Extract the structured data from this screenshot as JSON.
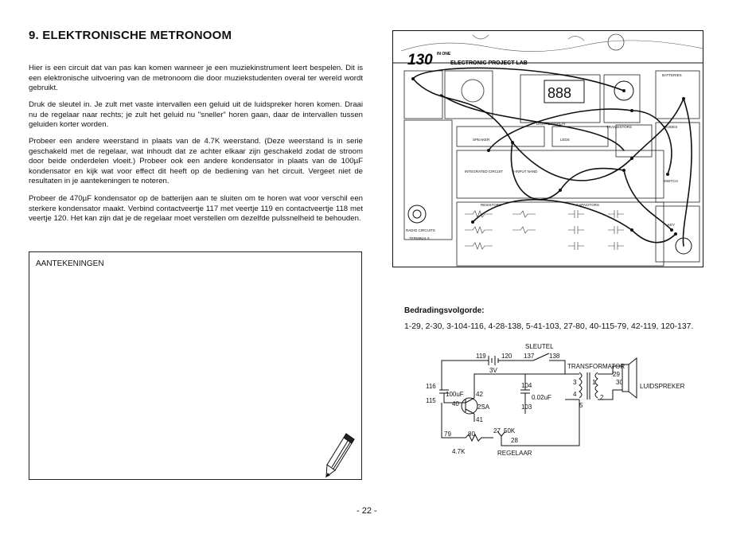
{
  "chapter": {
    "title": "9.   ELEKTRONISCHE METRONOOM"
  },
  "paragraphs": [
    "Hier is een circuit dat van pas kan komen wanneer je een muziekinstrument leert bespelen. Dit is een elektronische uitvoering van de metronoom die door muziekstudenten overal ter wereld wordt gebruikt.",
    "Druk de sleutel in. Je zult met vaste intervallen een geluid uit de luidspreker horen komen. Draai nu de regelaar naar rechts; je zult het geluid nu \"sneller\" horen gaan, daar de intervallen tussen geluiden korter worden.",
    "Probeer een andere weerstand in plaats van de 4.7K weerstand. (Deze weerstand is in serie geschakeld met de regelaar, wat inhoudt dat ze achter elkaar zijn geschakeld zodat de stroom door beide onderdelen vloeit.) Probeer ook een andere kondensator in plaats van de 100µF kondensator en kijk wat voor effect dit heeft op de bediening van het circuit. Vergeet niet de resultaten in je aantekeningen te noteren.",
    "Probeer de 470µF kondensator op de batterijen aan te sluiten om te horen wat voor verschil een sterkere kondensator maakt. Verbind contactveertje 117 met veertje 119 en contactveertje 118 met veertje 120. Het kan zijn dat je de regelaar moet verstellen om dezelfde pulssnelheid te behouden."
  ],
  "notes": {
    "label": "AANTEKENINGEN"
  },
  "lab": {
    "logo": "130",
    "logo_sup": "IN ONE",
    "name": "ELECTRONIC PROJECT LAB",
    "labels": {
      "batteries": "BATTERIES",
      "digital_display": "DIGITAL DISPLAY",
      "transistors": "TRANSISTORS",
      "diodes": "DIODES",
      "speaker": "SPEAKER",
      "leds": "LEDS",
      "integrated": "INTEGRATED CIRCUIT",
      "nand": "2-INPUT NAND",
      "resistors": "RESISTORS",
      "capacitors": "CAPACITORS",
      "radio": "RADIO CIRCUITS",
      "terminals": "TERMINALS",
      "switch": "SWITCH",
      "key": "KEY"
    }
  },
  "wiring": {
    "title": "Bedradingsvolgorde:",
    "sequence": "1-29, 2-30, 3-104-116, 4-28-138, 5-41-103, 27-80, 40-115-79, 42-119, 120-137."
  },
  "schematic": {
    "sleutel": "SLEUTEL",
    "n119": "119",
    "n120": "120",
    "n137": "137",
    "n138": "138",
    "volt": "3V",
    "transformator": "TRANSFORMATOR",
    "n29": "29",
    "n30": "30",
    "luidspreker": "LUIDSPREKER",
    "n3": "3",
    "n4": "4",
    "n1": "1",
    "n2": "2",
    "n5": "5",
    "n116": "116",
    "n115": "115",
    "cap100": "100uF",
    "n40": "40",
    "n42": "42",
    "n41": "41",
    "transistor": "2SA",
    "n104": "104",
    "n103": "103",
    "cap002": "0.02uF",
    "n27": "27",
    "pot": "50K",
    "n28": "28",
    "regelaar": "REGELAAR",
    "n79": "79",
    "n80": "80",
    "res": "4.7K"
  },
  "page": {
    "number": "- 22 -"
  }
}
